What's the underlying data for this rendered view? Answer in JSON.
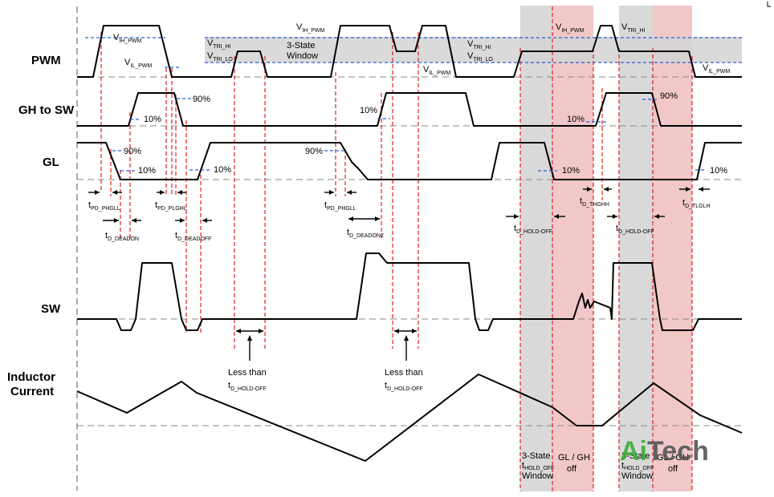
{
  "signals": {
    "pwm": "PWM",
    "gh_to_sw": "GH to SW",
    "gl": "GL",
    "sw": "SW",
    "inductor_l1": "Inductor",
    "inductor_l2": "Current"
  },
  "pwm_labels": {
    "vih_left": {
      "main": "V",
      "sub": "IH_PWM"
    },
    "vil_left": {
      "main": "V",
      "sub": "IL_PWM"
    },
    "vtri_hi": {
      "main": "V",
      "sub": "TRI_HI"
    },
    "vtri_lo": {
      "main": "V",
      "sub": "TRI_LO"
    },
    "window_l1": "3-State",
    "window_l2": "Window",
    "vih_mid": {
      "main": "V",
      "sub": "IH_PWM"
    },
    "vtri_hi_mid": {
      "main": "V",
      "sub": "TRI_HI"
    },
    "vtri_lo_mid": {
      "main": "V",
      "sub": "TRI_LO"
    },
    "vil_mid": {
      "main": "V",
      "sub": "IL_PWM"
    },
    "vih_right": {
      "main": "V",
      "sub": "IH_PWM"
    },
    "vtri_hi_right": {
      "main": "V",
      "sub": "TRI_HI"
    },
    "vil_right": {
      "main": "V",
      "sub": "IL_PWM"
    }
  },
  "percent_labels": {
    "gh_90": "90%",
    "gh_10": "10%",
    "gl_90": "90%",
    "gl_10": "10%",
    "gl_10b": "10%",
    "gl_90_mid": "90%",
    "gh_10_mid": "10%",
    "gh_10_right": "10%",
    "gl_10_right": "10%",
    "gh_90_right": "90%",
    "gl_10_far": "10%"
  },
  "timing_labels": {
    "tpd_phgll": {
      "main": "t",
      "sub": "PD_PHGLL"
    },
    "tpd_plghl": {
      "main": "t",
      "sub": "PD_PLGHL"
    },
    "td_deadon": {
      "main": "t",
      "sub": "D_DEADON"
    },
    "td_deadoff": {
      "main": "t",
      "sub": "D_DEADOFF"
    },
    "tpd_phgll_mid": {
      "main": "t",
      "sub": "PD_PHGLL"
    },
    "td_deadon2": {
      "main": "t",
      "sub": "D_DEADON2"
    },
    "td_hold_off_1": {
      "main": "t",
      "sub": "D_HOLD-OFF"
    },
    "td_thghh": {
      "main": "t",
      "sub": "D_THGHH"
    },
    "td_hold_off_2": {
      "main": "t",
      "sub": "D_HOLD-OFF"
    },
    "td_tlglh": {
      "main": "t",
      "sub": "D_TLGLH"
    }
  },
  "less_than": {
    "a_line1": "Less than",
    "a_main": "t",
    "a_sub": "D_HOLD-OFF",
    "b_line1": "Less than",
    "b_main": "t",
    "b_sub": "D_HOLD-OFF"
  },
  "bottom_labels": {
    "state1_l1": "3-State",
    "state1_l2_main": "t",
    "state1_l2_sub": "HOLD_OFF",
    "state1_l3": "Window",
    "off1_l1": "GL / GH",
    "off1_l2": "off",
    "state2_l1": "3-State",
    "state2_l2_main": "t",
    "state2_l2_sub": "HOLD_OFF",
    "state2_l3": "Window",
    "off2_l1": "GL / GH",
    "off2_l2": "off"
  },
  "watermark": {
    "part1": "Ai",
    "part2": "Tech"
  },
  "colors": {
    "gray_band": "#d9d9d9",
    "pink_band": "#f2c7c7",
    "window_band": "#d9d9d9",
    "watermark_green": "#3aae3a",
    "watermark_gray": "#555555"
  }
}
